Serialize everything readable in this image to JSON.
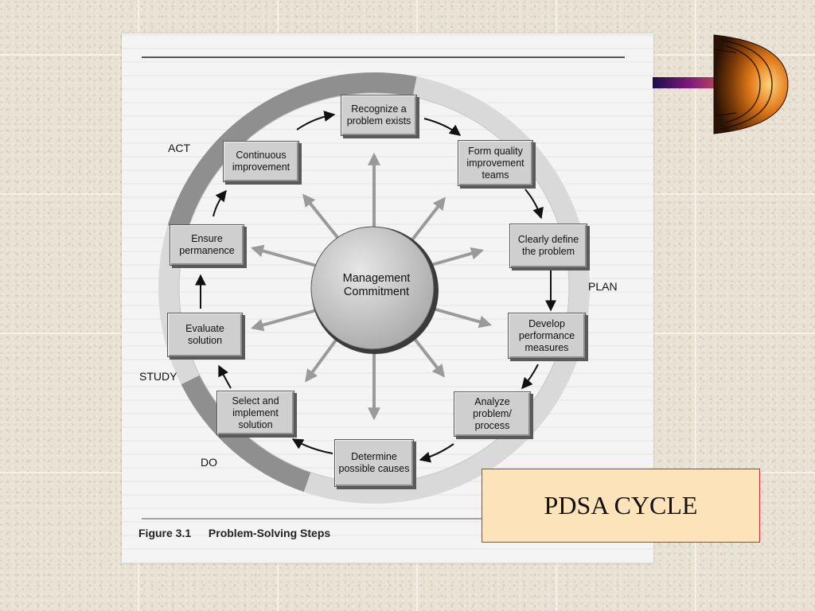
{
  "diagram": {
    "hub": "Management Commitment",
    "phases": {
      "act": "ACT",
      "plan": "PLAN",
      "study": "STUDY",
      "do": "DO"
    },
    "steps": {
      "recognize": "Recognize a problem exists",
      "form_teams": "Form quality improvement teams",
      "define": "Clearly define the problem",
      "measures": "Develop performance measures",
      "analyze": "Analyze problem/ process",
      "causes": "Determine possible causes",
      "implement": "Select and implement solution",
      "evaluate": "Evaluate solution",
      "permanence": "Ensure permanence",
      "continuous": "Continuous improvement"
    },
    "figure_number": "Figure 3.1",
    "figure_title": "Problem-Solving Steps"
  },
  "slide_title": "PDSA CYCLE",
  "colors": {
    "ring_light": "#d8d8d8",
    "ring_dark": "#8e8e8e",
    "box_fill": "#cfcfcf",
    "title_box_fill": "#fde3b9",
    "title_box_border": "#c5303a"
  }
}
